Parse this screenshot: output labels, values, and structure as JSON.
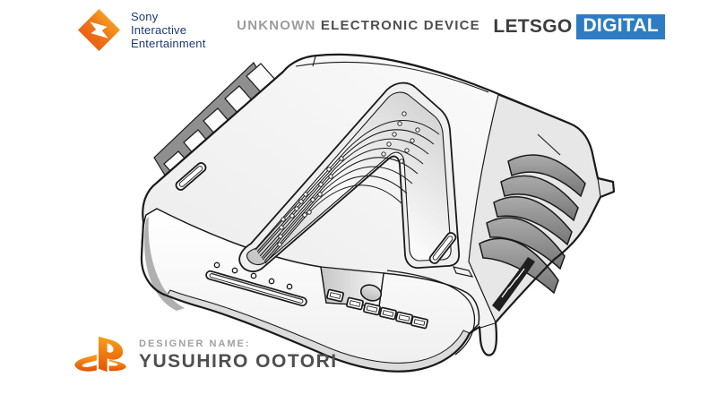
{
  "header": {
    "sony": {
      "line1": "Sony",
      "line2": "Interactive",
      "line3": "Entertainment",
      "text_color": "#1e3a6e",
      "diamond_gradient": [
        "#fcc028",
        "#e8490f"
      ]
    },
    "title": {
      "muted": "UNKNOWN",
      "strong": "ELECTRONIC DEVICE"
    },
    "letsgo": {
      "name": "LETSGO",
      "boxed": "DIGITAL",
      "box_color": "#2e7cc3",
      "name_color": "#3d3d3d"
    }
  },
  "footer": {
    "designer_label": "DESIGNER NAME:",
    "designer_name": "YUSUHIRO OOTORI",
    "playstation_orange": [
      "#f9a11b",
      "#e35205"
    ]
  },
  "drawing": {
    "subject": "v-shaped game console devkit patent line drawing, three-quarter view",
    "line_color": "#1a1a1a",
    "body_color": "#ffffff",
    "shade_color": "#8f8f8f"
  }
}
